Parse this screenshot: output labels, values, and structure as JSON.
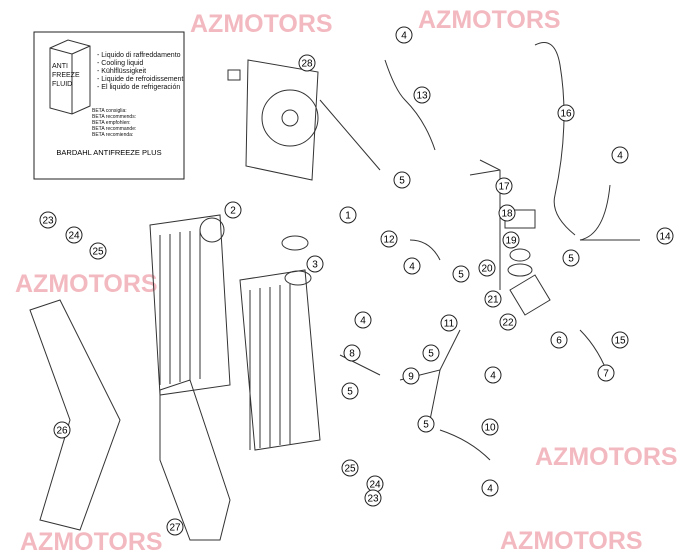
{
  "watermark": "AZMOTORS",
  "info_box": {
    "can_label": [
      "ANTI",
      "FREEZE",
      "FLUID"
    ],
    "liquid_lines": [
      "- Liquido di raffreddamento",
      "- Cooling liquid",
      "- Kühlflüssigkeit",
      "- Liquide de refroidissement",
      "- El liquido de refrigeración"
    ],
    "beta_lines": [
      "BETA consiglia:",
      "BETA recommends:",
      "BETA empfohlen:",
      "BETA recommande:",
      "BETA recomienda:"
    ],
    "product": "BARDAHL ANTIFREEZE PLUS"
  },
  "callouts": [
    "4",
    "28",
    "13",
    "16",
    "4",
    "5",
    "17",
    "2",
    "1",
    "23",
    "24",
    "25",
    "18",
    "19",
    "14",
    "12",
    "3",
    "4",
    "5",
    "20",
    "5",
    "21",
    "22",
    "4",
    "11",
    "6",
    "15",
    "8",
    "5",
    "4",
    "5",
    "9",
    "7",
    "5",
    "10",
    "26",
    "25",
    "24",
    "23",
    "4",
    "27"
  ],
  "colors": {
    "watermark": "#f3b9c0",
    "line": "#333333"
  }
}
